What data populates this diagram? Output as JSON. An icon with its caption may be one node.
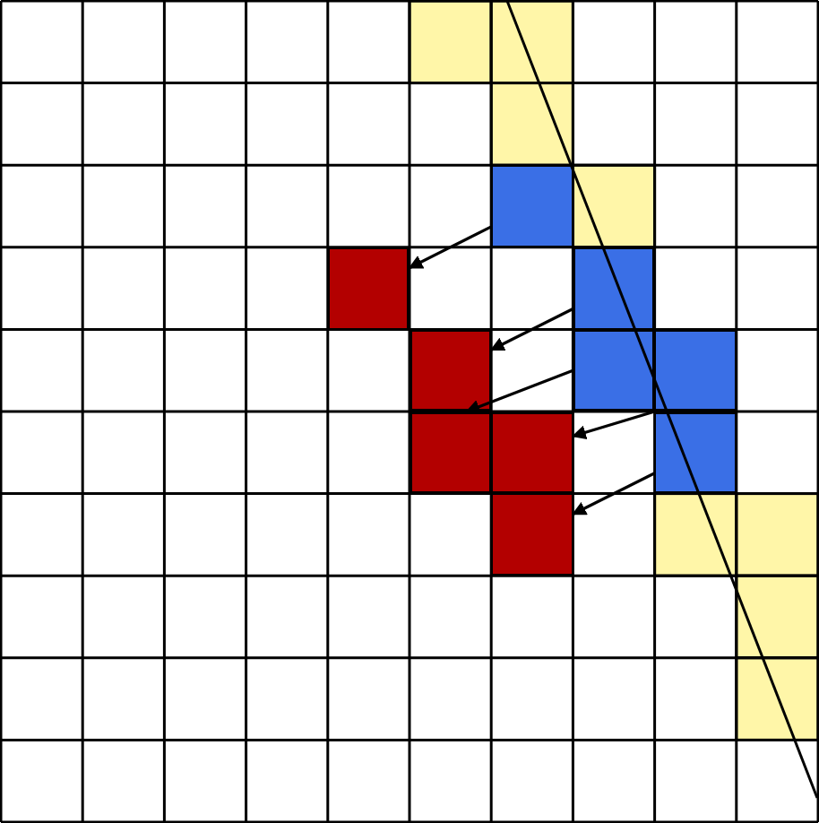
{
  "diagram": {
    "nodes": [
      {
        "text": [],
        "shape": "box"
      },
      {
        "text": [],
        "shape": "box"
      },
      {
        "text": [],
        "shape": "box"
      },
      {
        "text": [],
        "shape": "box"
      },
      {
        "text": [],
        "shape": "box"
      },
      {
        "text": [],
        "shape": "box"
      },
      {
        "text": [],
        "shape": "box"
      },
      {
        "text": [],
        "shape": "box"
      },
      {
        "text": [],
        "shape": "box"
      },
      {
        "text": [],
        "shape": "box"
      }
    ],
    "edges": [
      {
        "from": 0,
        "to": 1,
        "arrow": "to"
      },
      {
        "from": 2,
        "to": 3,
        "arrow": "to"
      },
      {
        "from": 4,
        "to": 6,
        "arrow": "to"
      },
      {
        "from": 5,
        "to": 7,
        "arrow": "to"
      },
      {
        "from": 8,
        "to": 9,
        "arrow": "to"
      }
    ]
  }
}
